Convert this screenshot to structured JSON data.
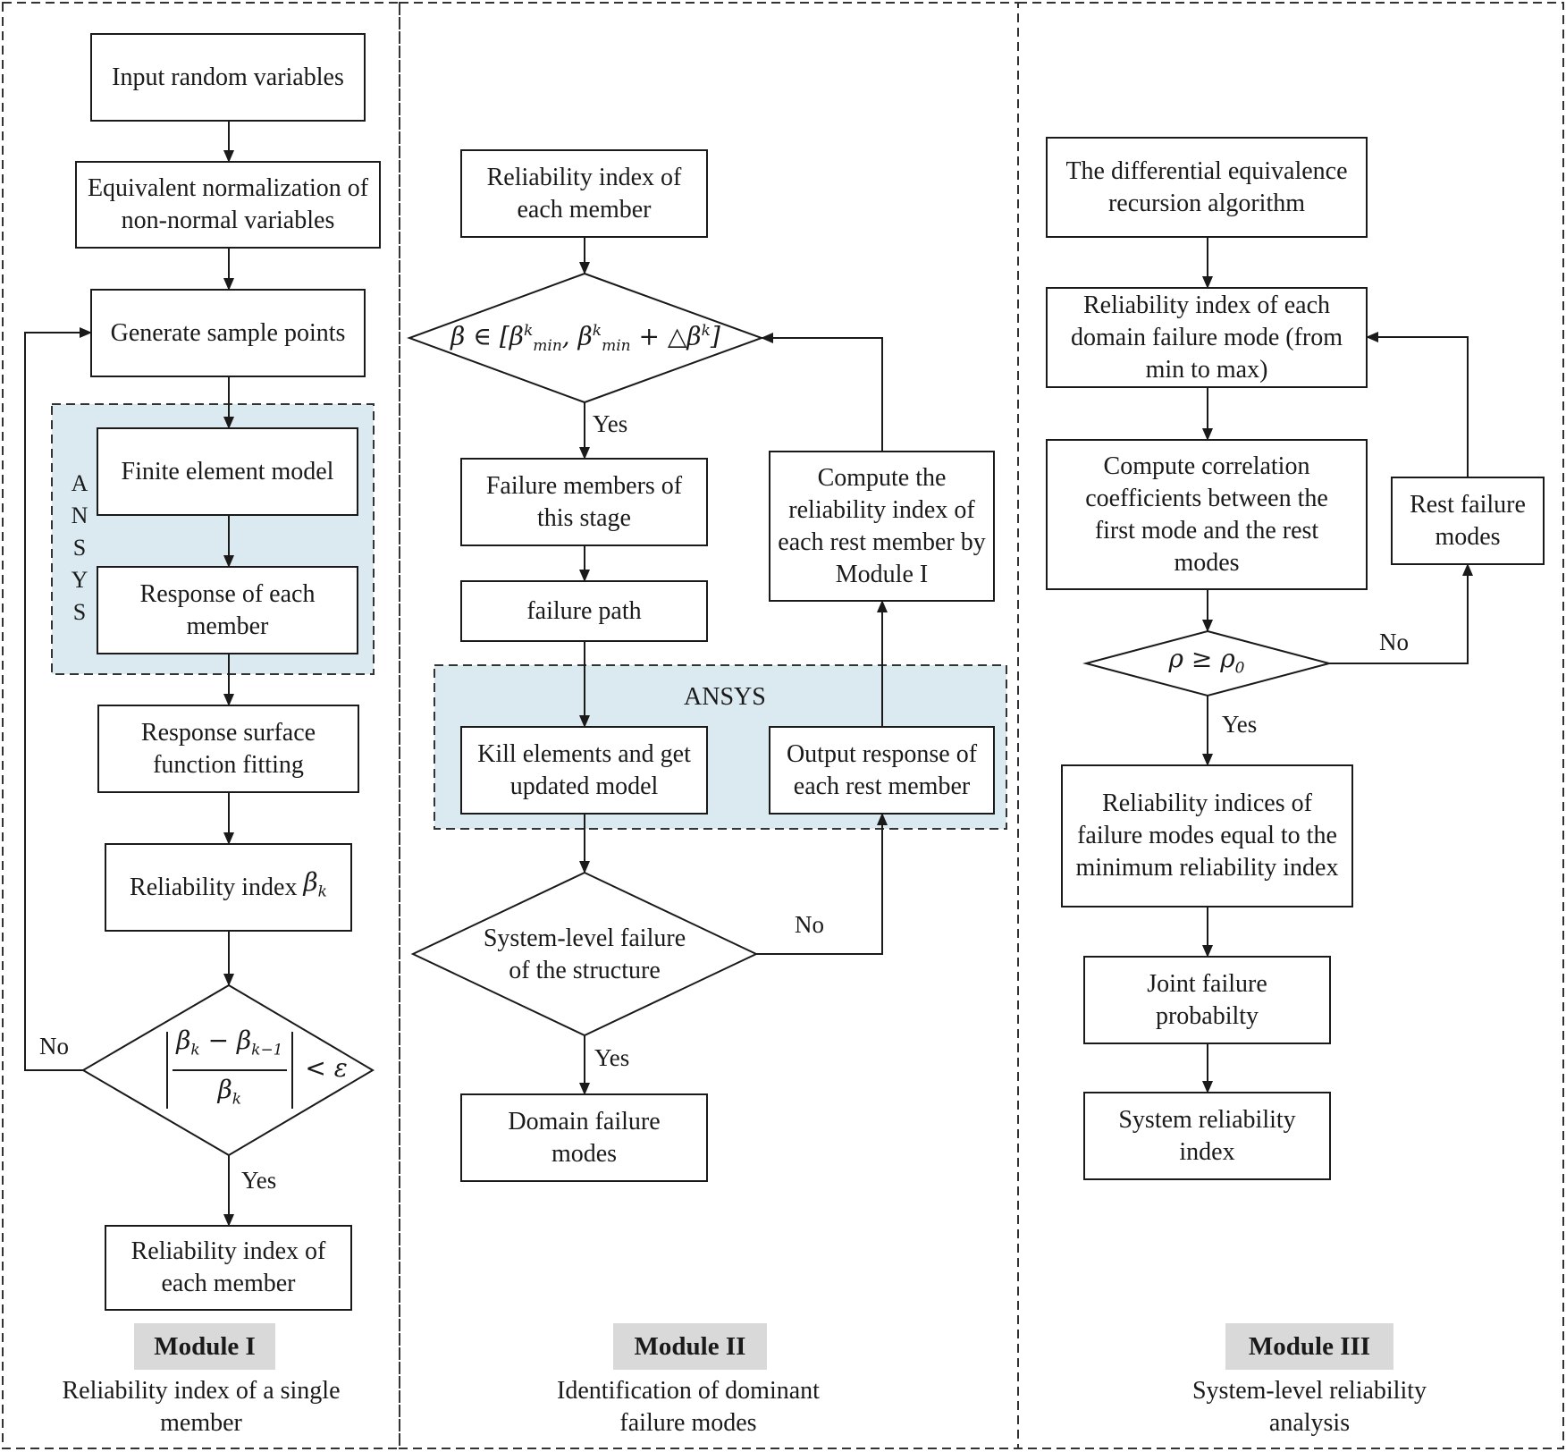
{
  "module1": {
    "badge": "Module I",
    "description": "Reliability index of a single member",
    "ansys_label": [
      "A",
      "N",
      "S",
      "Y",
      "S"
    ],
    "nodes": {
      "input": "Input random variables",
      "normalization": "Equivalent normalization of non-normal variables",
      "sample": "Generate sample points",
      "fem": "Finite element model",
      "response": "Response of each member",
      "rsfit": "Response surface function fitting",
      "rel_index": "Reliability index",
      "result": "Reliability index of each member"
    },
    "labels": {
      "no": "No",
      "yes": "Yes"
    }
  },
  "module2": {
    "badge": "Module II",
    "description": "Identification of dominant failure modes",
    "ansys_label": "ANSYS",
    "nodes": {
      "rel_each": "Reliability index of each member",
      "failure_members": "Failure members of this stage",
      "failure_path": "failure path",
      "kill": "Kill elements and get updated model",
      "output": "Output response of each rest member",
      "compute": "Compute the reliability index of each rest member by Module I",
      "system_failure": "System-level failure of the structure",
      "domain": "Domain failure modes"
    },
    "labels": {
      "yes1": "Yes",
      "no": "No",
      "yes2": "Yes"
    }
  },
  "module3": {
    "badge": "Module III",
    "description": "System-level reliability analysis",
    "nodes": {
      "algorithm": "The differential equivalence recursion algorithm",
      "rel_domain": "Reliability index of each domain failure mode (from min to max)",
      "correlation": "Compute correlation coefficients between the first mode and the rest modes",
      "rest": "Rest failure modes",
      "equal": "Reliability indices of failure modes equal to the minimum reliability index",
      "joint": "Joint failure probabilty",
      "system": "System reliability index"
    },
    "labels": {
      "no": "No",
      "yes": "Yes"
    }
  }
}
